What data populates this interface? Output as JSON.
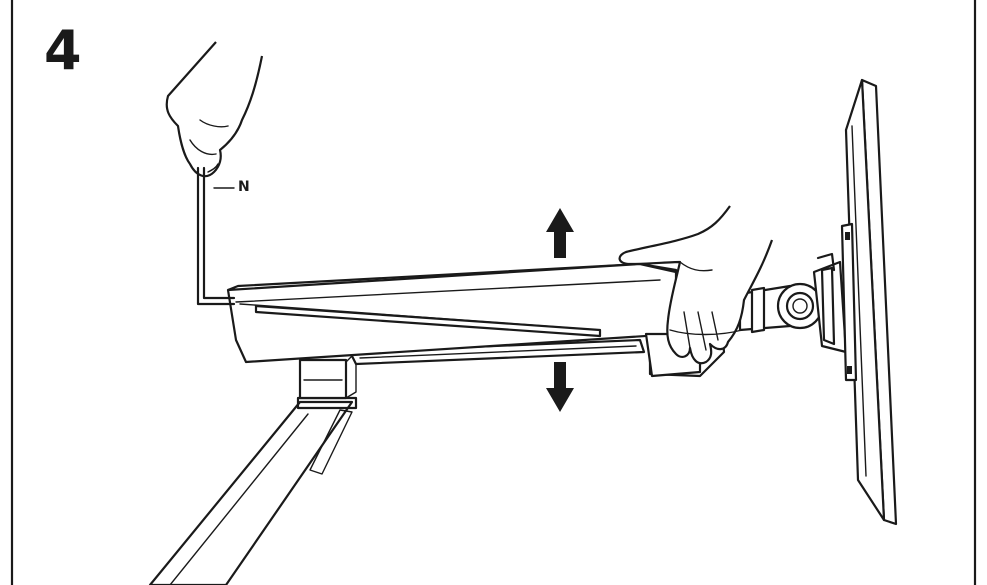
{
  "step": {
    "number": "4"
  },
  "callouts": {
    "hex_key": "N"
  },
  "arrows": {
    "up": "arrow-up",
    "down": "arrow-down"
  },
  "colors": {
    "line": "#1a1a1a",
    "background": "#ffffff"
  }
}
